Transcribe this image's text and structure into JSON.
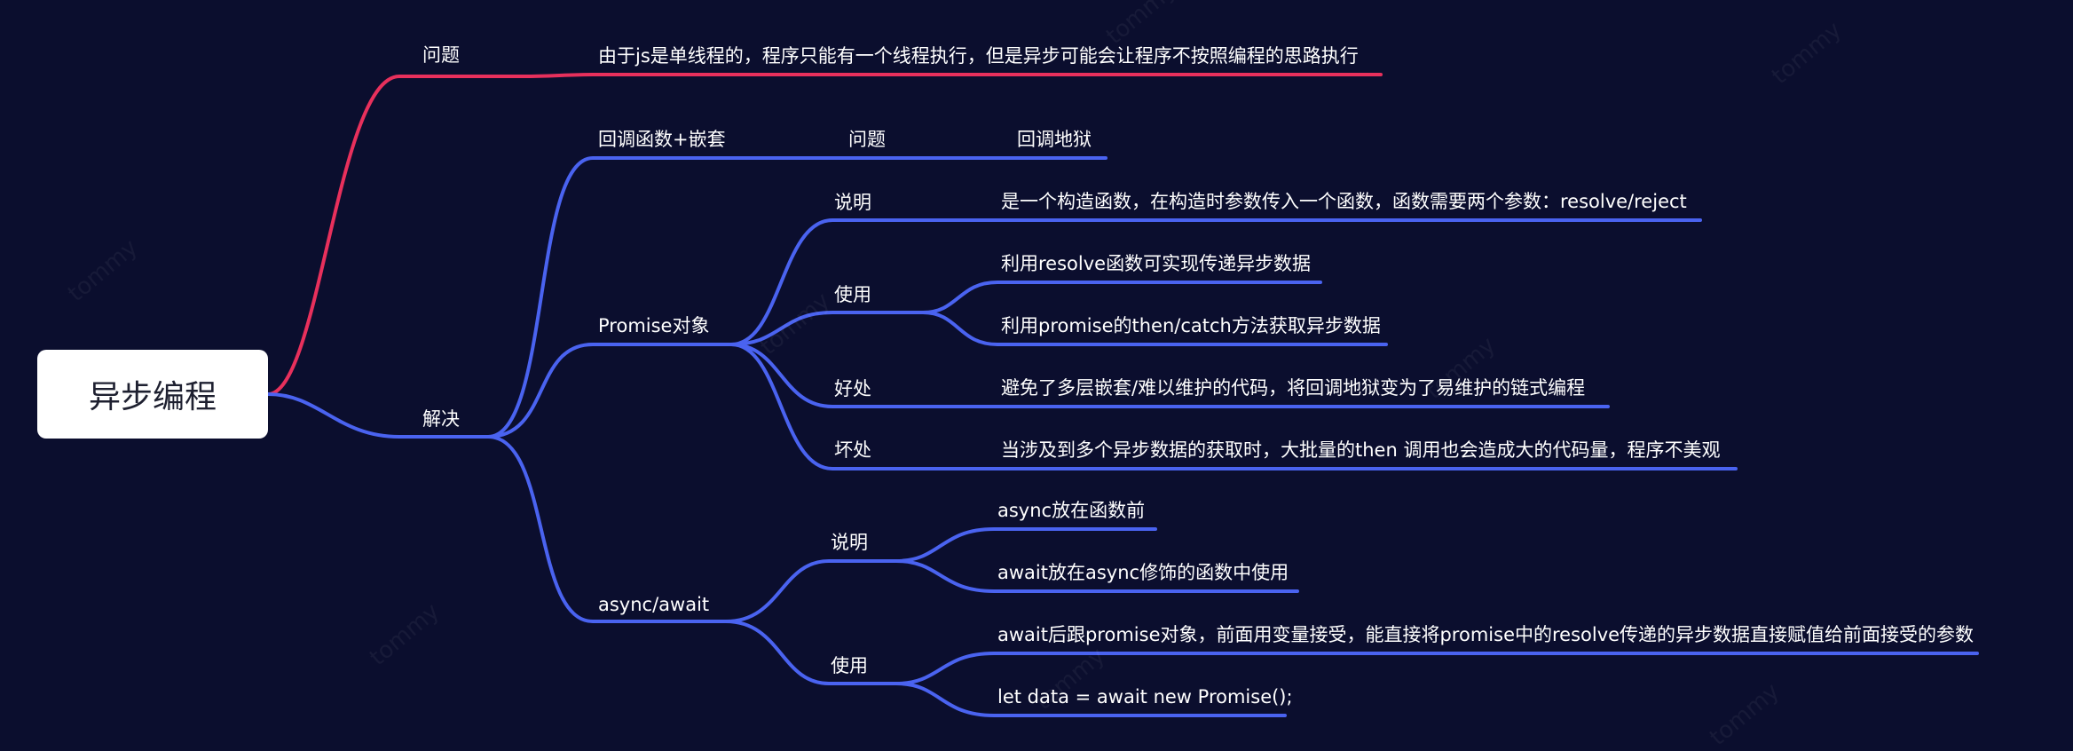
{
  "root": {
    "title": "异步编程"
  },
  "colors": {
    "background": "#0b0e2e",
    "red_branch": "#e8305c",
    "blue_branch": "#4a63f0",
    "root_fill": "#ffffff"
  },
  "nodes": {
    "wenti": "问题",
    "wenti_desc": "由于js是单线程的，程序只能有一个线程执行，但是异步可能会让程序不按照编程的思路执行",
    "jiejue": "解决",
    "callback": "回调函数+嵌套",
    "callback_wenti": "问题",
    "callback_hell": "回调地狱",
    "promise": "Promise对象",
    "promise_shuoming": "说明",
    "promise_shuoming_desc": "是一个构造函数，在构造时参数传入一个函数，函数需要两个参数：resolve/reject",
    "promise_shiyong": "使用",
    "promise_shiyong_1": "利用resolve函数可实现传递异步数据",
    "promise_shiyong_2": "利用promise的then/catch方法获取异步数据",
    "promise_haochu": "好处",
    "promise_haochu_desc": "避免了多层嵌套/难以维护的代码，将回调地狱变为了易维护的链式编程",
    "promise_huaichu": "坏处",
    "promise_huaichu_desc": "当涉及到多个异步数据的获取时，大批量的then 调用也会造成大的代码量，程序不美观",
    "asyncawait": "async/await",
    "aa_shuoming": "说明",
    "aa_shuoming_1": "async放在函数前",
    "aa_shuoming_2": "await放在async修饰的函数中使用",
    "aa_shiyong": "使用",
    "aa_shiyong_1": "await后跟promise对象，前面用变量接受，能直接将promise中的resolve传递的异步数据直接赋值给前面接受的参数",
    "aa_shiyong_2": "let data = await new Promise();"
  },
  "watermark": "tommy"
}
